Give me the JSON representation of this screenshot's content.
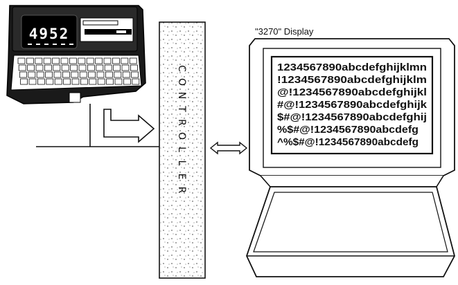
{
  "terminal": {
    "lcd_readout": "4952"
  },
  "controller": {
    "label": "CONTROLLER"
  },
  "display": {
    "label": "\"3270\" Display",
    "screen_lines": [
      "1234567890abcdefghijklmn",
      "!1234567890abcdefghijklm",
      "@!1234567890abcdefghijkl",
      "#@!1234567890abcdefghijk",
      "$#@!1234567890abcdefghij",
      "%$#@!1234567890abcdefg",
      "^%$#@!1234567890abcdefg"
    ]
  }
}
